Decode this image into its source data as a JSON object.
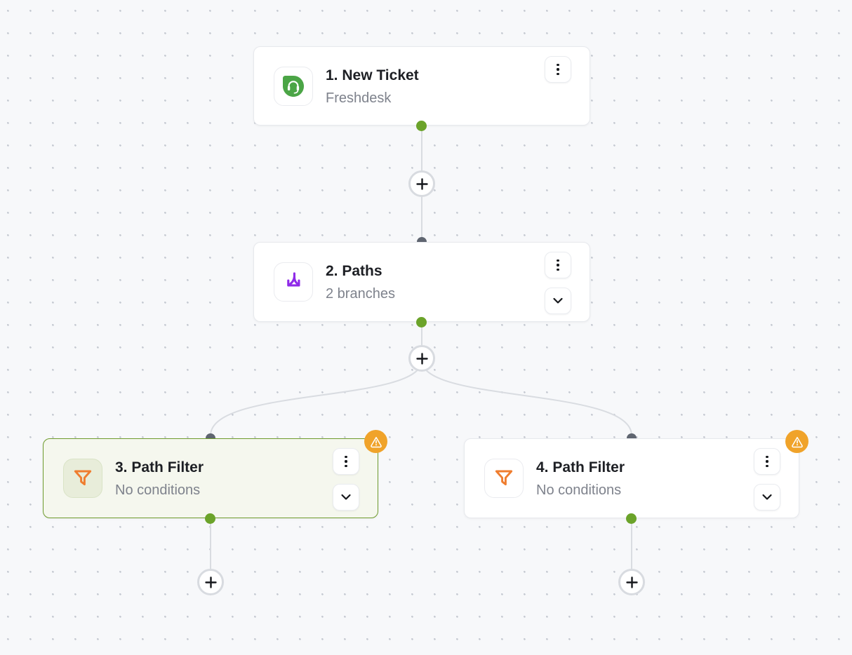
{
  "canvas": {
    "background": "#F7F8FA",
    "dot_color": "#C7CBD3"
  },
  "colors": {
    "accent_green": "#6BA32A",
    "selected_border_green": "#6E9B2D",
    "warning_orange": "#F0A32A",
    "freshdesk_green": "#4BA546",
    "paths_purple": "#8F2BE8",
    "filter_orange": "#EF7D2F",
    "connector_gray": "#D9DCE1",
    "port_gray": "#5F6570"
  },
  "nodes": [
    {
      "title": "1. New Ticket",
      "subtitle": "Freshdesk",
      "icon": "freshdesk-icon",
      "selected": false,
      "warning": false
    },
    {
      "title": "2. Paths",
      "subtitle": "2 branches",
      "icon": "paths-icon",
      "selected": false,
      "warning": false
    },
    {
      "title": "3. Path Filter",
      "subtitle": "No conditions",
      "icon": "filter-icon",
      "selected": true,
      "warning": true
    },
    {
      "title": "4. Path Filter",
      "subtitle": "No conditions",
      "icon": "filter-icon",
      "selected": false,
      "warning": true
    }
  ]
}
